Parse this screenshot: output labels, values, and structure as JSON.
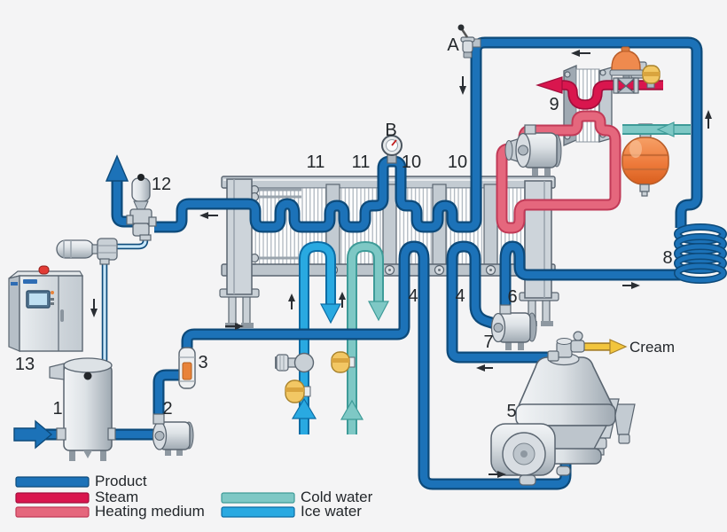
{
  "colors": {
    "product": "#1C72B8",
    "steam": "#D9164E",
    "heating-medium": "#E5677D",
    "cold-water": "#7EC8C5",
    "ice-water": "#29A9E1",
    "cream": "#F2C53D",
    "accent-orange": "#ED7B3F",
    "machine-gray": "#C9D0D6",
    "background": "#F4F4F5"
  },
  "labels": {
    "point_a": "A",
    "temp_gauge_b": "B",
    "balance_tank": "1",
    "feed_pump": "2",
    "flow_controller": "3",
    "regen_section_first": "4",
    "regen_section_second": "4",
    "separator": "5",
    "heating_section": "6",
    "booster_pump": "7",
    "holding_coil": "8",
    "hot_water_unit": "9",
    "section_10_left": "10",
    "section_10_right": "10",
    "section_11_left": "11",
    "section_11_right": "11",
    "diversion_valve": "12",
    "control_panel": "13",
    "cream_outlet": "Cream"
  },
  "legend": {
    "left": [
      {
        "label": "Product"
      },
      {
        "label": "Steam"
      },
      {
        "label": "Heating medium"
      }
    ],
    "right": [
      {
        "label": "Cold water"
      },
      {
        "label": "Ice water"
      }
    ]
  }
}
